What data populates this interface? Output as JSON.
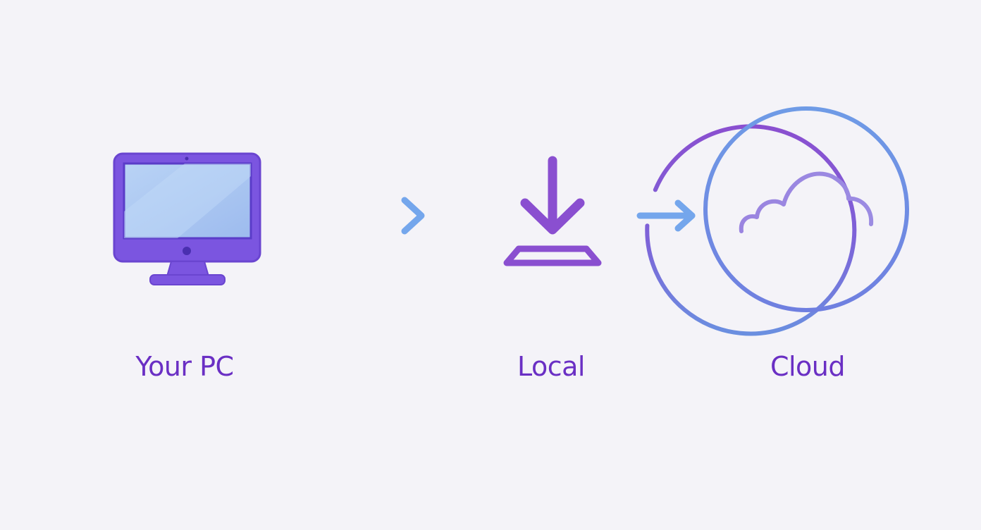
{
  "nodes": [
    {
      "id": "pc",
      "label": "Your PC",
      "icon": "monitor-icon"
    },
    {
      "id": "local",
      "label": "Local",
      "icon": "download-icon"
    },
    {
      "id": "cloud",
      "label": "Cloud",
      "icon": "cloud-icon"
    }
  ],
  "colors": {
    "background": "#f4f3f8",
    "purple": "#7b4fd8",
    "deep_purple": "#8a4fd0",
    "blue": "#6c98e3",
    "label_text": "#6a2fc4",
    "screen_light": "#b3cdf3"
  }
}
